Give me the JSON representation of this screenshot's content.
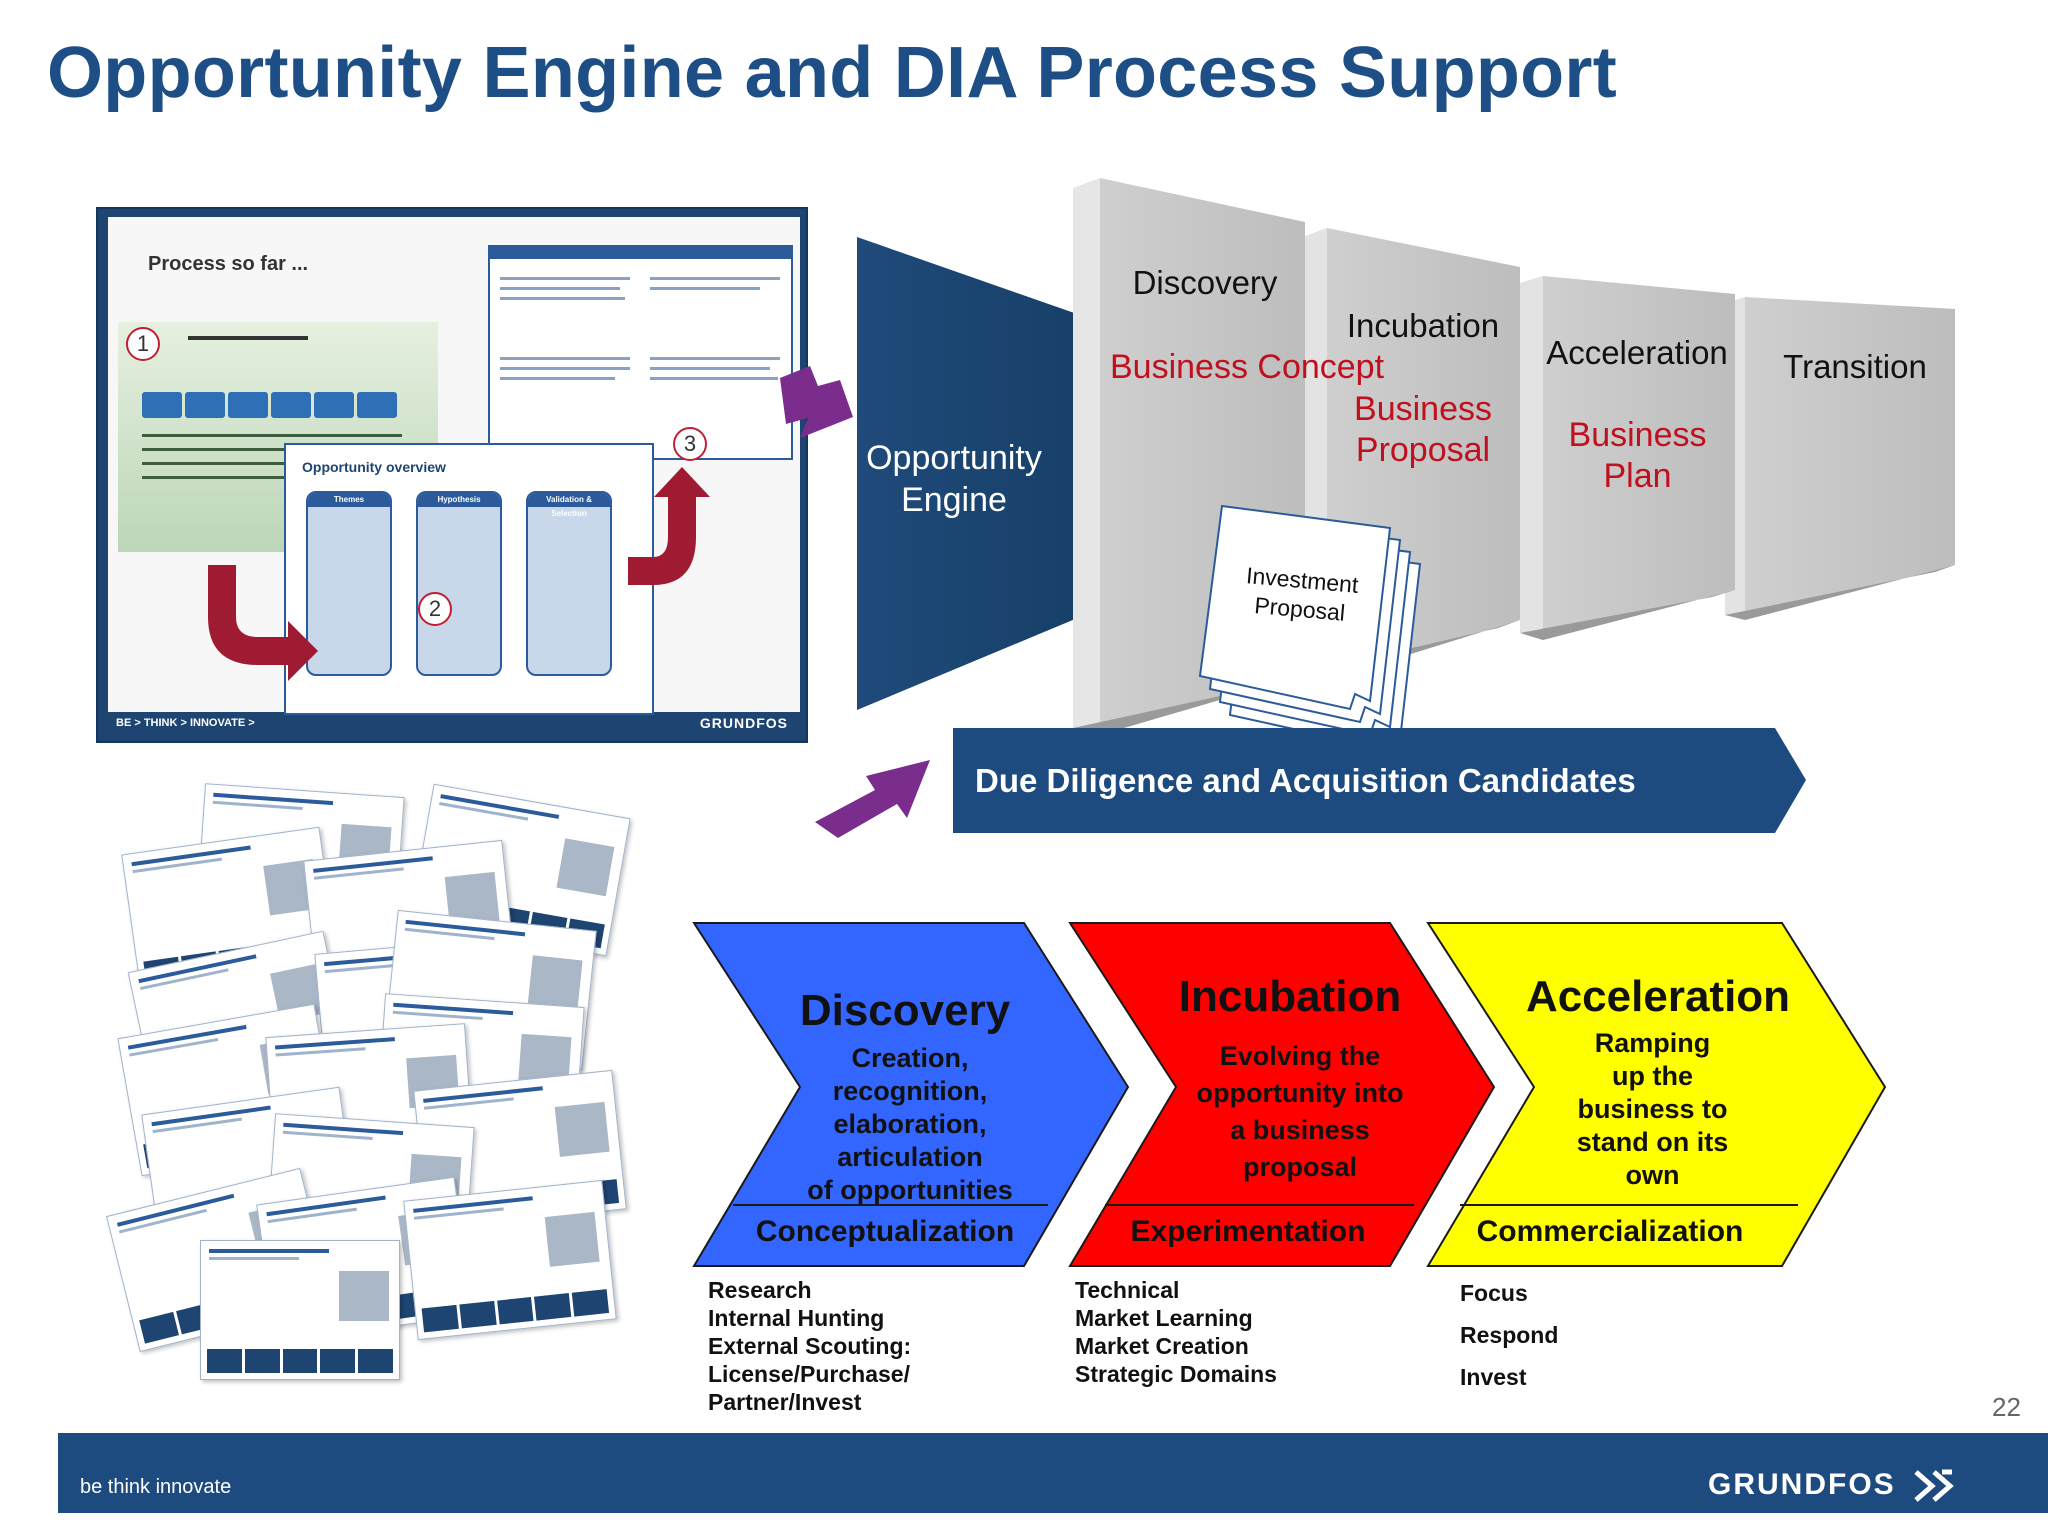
{
  "slide": {
    "title": "Opportunity Engine and DIA Process Support",
    "page_number": "22"
  },
  "thumbnail": {
    "heading": "Process so far ...",
    "overview_title": "Opportunity overview",
    "columns": [
      "Themes",
      "Hypothesis",
      "Validation & Selection"
    ],
    "steps": [
      "1",
      "2",
      "3"
    ],
    "footer_left": "BE > THINK > INNOVATE >",
    "footer_brand": "GRUNDFOS"
  },
  "diagram": {
    "engine_label": "Opportunity Engine",
    "stages": [
      {
        "name": "Discovery",
        "output": "Business Concept"
      },
      {
        "name": "Incubation",
        "output": "Business Proposal"
      },
      {
        "name": "Acceleration",
        "output": "Business Plan"
      },
      {
        "name": "Transition",
        "output": ""
      }
    ],
    "document_label": "Investment Proposal",
    "due_diligence": "Due Diligence and Acquisition Candidates"
  },
  "chevrons": [
    {
      "title": "Discovery",
      "body": [
        "Creation,",
        "recognition,",
        "elaboration,",
        "articulation",
        "of opportunities"
      ],
      "footer": "Conceptualization",
      "color": "#3366ff",
      "list": [
        "Research",
        "Internal Hunting",
        "External Scouting:",
        "License/Purchase/",
        "Partner/Invest"
      ]
    },
    {
      "title": "Incubation",
      "body": [
        "Evolving the",
        "opportunity into",
        "a business",
        "proposal"
      ],
      "footer": "Experimentation",
      "color": "#ff0000",
      "list": [
        "Technical",
        "Market Learning",
        "Market Creation",
        "Strategic Domains"
      ]
    },
    {
      "title": "Acceleration",
      "body": [
        "Ramping",
        "up the",
        "business to",
        "stand on its",
        "own"
      ],
      "footer": "Commercialization",
      "color": "#ffff00",
      "list": [
        "Focus",
        "Respond",
        "Invest"
      ]
    }
  ],
  "footer": {
    "tagline": "be think innovate",
    "brand": "GRUNDFOS"
  },
  "colors": {
    "title_blue": "#1d4e85",
    "footer_blue": "#1d4b7f",
    "accent_red": "#c0101e",
    "arrow_purple": "#7b2d8e",
    "arrow_darkred": "#9e1b32"
  }
}
